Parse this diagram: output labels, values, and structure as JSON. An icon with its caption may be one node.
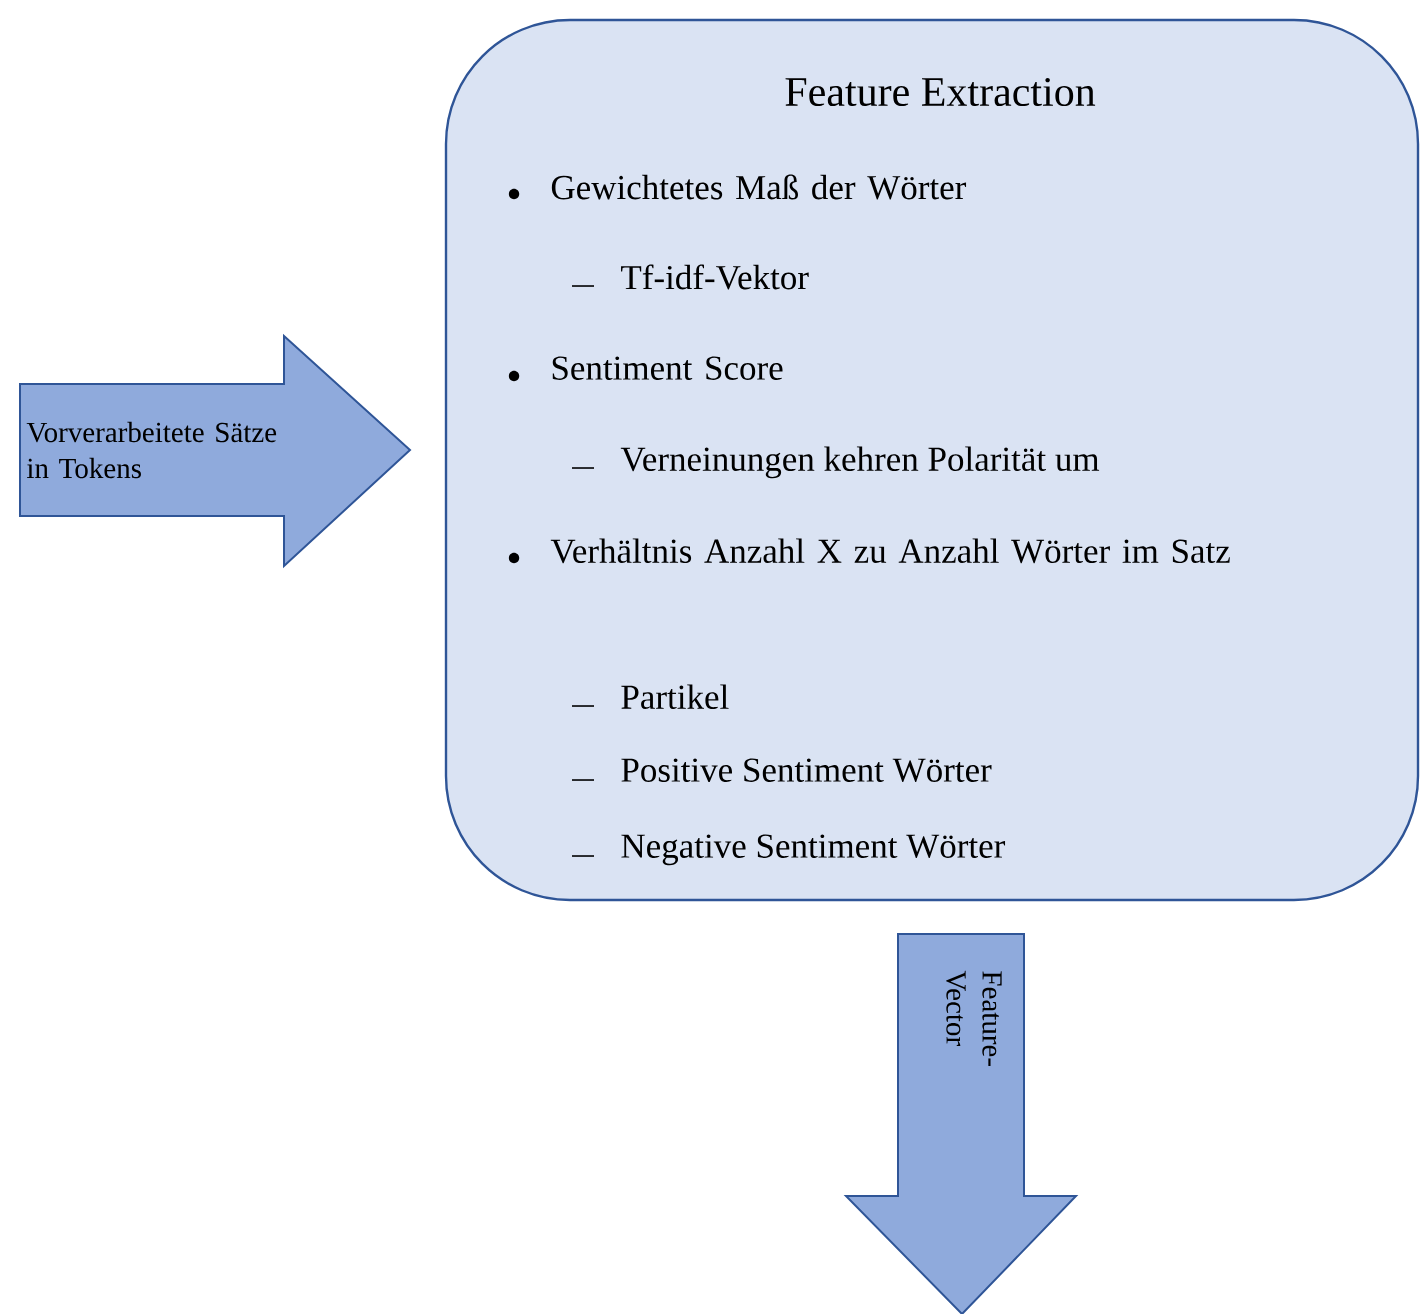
{
  "diagram": {
    "nodes": [
      {
        "text": [
          "Feature Extraction",
          "Gewichtetes Maß der Wörter",
          "Tf-idf-Vektor",
          "Sentiment Score",
          "Verneinungen kehren Polarität um",
          "Verhältnis Anzahl X zu Anzahl Wörter im Satz",
          "Partikel",
          "Positive Sentiment Wörter",
          "Negative Sentiment Wörter"
        ]
      },
      {
        "text": [
          "Vorverarbeitete Sätze in Tokens"
        ]
      },
      {
        "text": [
          "Feature-Vector"
        ]
      }
    ]
  }
}
